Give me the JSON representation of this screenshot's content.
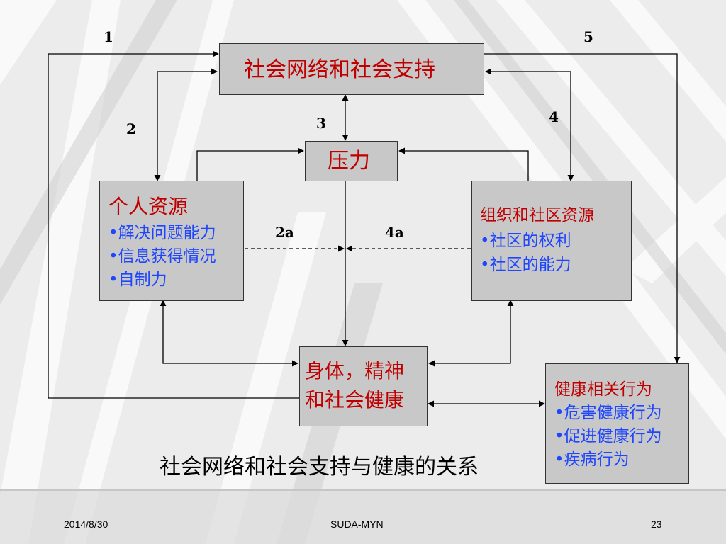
{
  "boxes": {
    "social": {
      "title": "社会网络和社会支持"
    },
    "stress": {
      "title": "压力"
    },
    "personal": {
      "title": "个人资源",
      "items": [
        "•解决问题能力",
        "•信息获得情况",
        "•自制力"
      ]
    },
    "org": {
      "title": "组织和社区资源",
      "items": [
        "•社区的权利",
        "•社区的能力"
      ]
    },
    "health": {
      "line1": "身体，精神",
      "line2": "和社会健康"
    },
    "behavior": {
      "title": "健康相关行为",
      "items": [
        "•危害健康行为",
        "•促进健康行为",
        "•疾病行为"
      ]
    }
  },
  "paths": {
    "p1": "1",
    "p2": "2",
    "p3": "3",
    "p4": "4",
    "p5": "5",
    "p2a": "2a",
    "p4a": "4a"
  },
  "caption": "社会网络和社会支持与健康的关系",
  "footer": {
    "date": "2014/8/30",
    "author": "SUDA-MYN",
    "page": "23"
  },
  "colors": {
    "title_red": "#c00000",
    "item_blue": "#1f46ff",
    "box_fill": "#c8c8c8"
  }
}
